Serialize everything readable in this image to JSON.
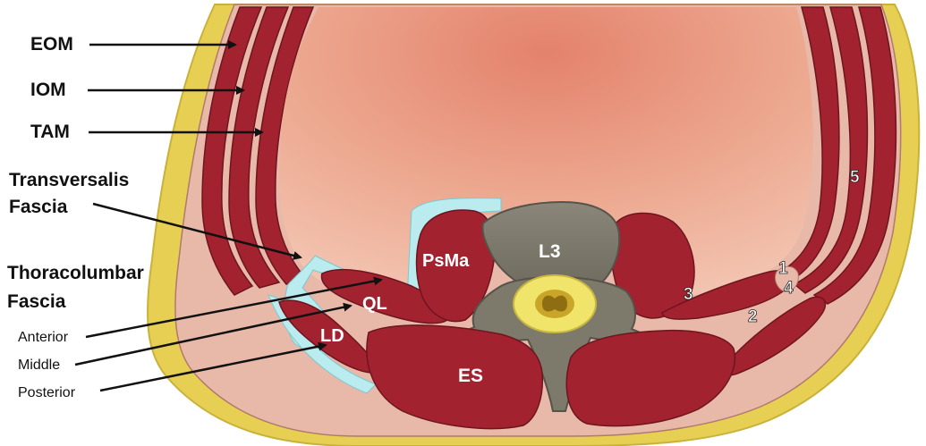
{
  "labels": {
    "eom": "EOM",
    "iom": "IOM",
    "tam": "TAM",
    "transversalis_line1": "Transversalis",
    "transversalis_line2": "Fascia",
    "thoracolumbar_line1": "Thoracolumbar",
    "thoracolumbar_line2": "Fascia",
    "anterior": "Anterior",
    "middle": "Middle",
    "posterior": "Posterior",
    "psma": "PsMa",
    "l3": "L3",
    "ql": "QL",
    "ld": "LD",
    "es": "ES",
    "n1": "1",
    "n2": "2",
    "n3": "3",
    "n4": "4",
    "n5": "5"
  },
  "colors": {
    "fat": "#e6cf52",
    "skin_edge": "#c9b23a",
    "fascia_pink": "#e8b8a8",
    "muscle": "#a3222f",
    "muscle_dark": "#7e1722",
    "cavity_top": "#e98f78",
    "cavity_bottom": "#f1c2ae",
    "cyan_fascia": "#b9ebef",
    "bone": "#7d7a6c",
    "bone_light": "#a6a394",
    "cord": "#f0e46a",
    "arrow": "#111111"
  }
}
